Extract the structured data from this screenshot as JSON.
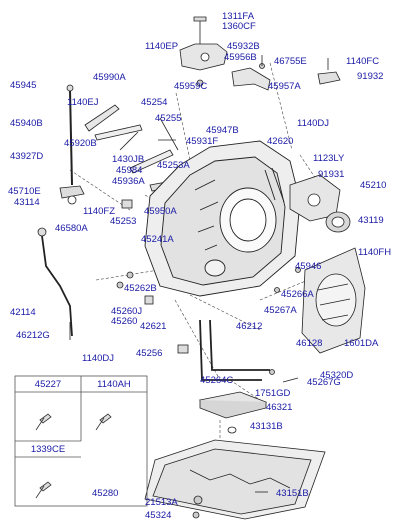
{
  "parts": [
    {
      "id": "p1311FA",
      "label": "1311FA"
    },
    {
      "id": "p1360CF",
      "label": "1360CF"
    },
    {
      "id": "p1140EP",
      "label": "1140EP"
    },
    {
      "id": "p45932B",
      "label": "45932B"
    },
    {
      "id": "p45956B",
      "label": "45956B"
    },
    {
      "id": "p46755E",
      "label": "46755E"
    },
    {
      "id": "p1140FC",
      "label": "1140FC"
    },
    {
      "id": "p91932",
      "label": "91932"
    },
    {
      "id": "p45990A",
      "label": "45990A"
    },
    {
      "id": "p45945",
      "label": "45945"
    },
    {
      "id": "p1140EJ",
      "label": "1140EJ"
    },
    {
      "id": "p45959C",
      "label": "45959C"
    },
    {
      "id": "p45957A",
      "label": "45957A"
    },
    {
      "id": "p45254",
      "label": "45254"
    },
    {
      "id": "p45940B",
      "label": "45940B"
    },
    {
      "id": "p45255",
      "label": "45255"
    },
    {
      "id": "p45947B",
      "label": "45947B"
    },
    {
      "id": "p1140DJ_a",
      "label": "1140DJ"
    },
    {
      "id": "p45920B",
      "label": "45920B"
    },
    {
      "id": "p45931F",
      "label": "45931F"
    },
    {
      "id": "p42620",
      "label": "42620"
    },
    {
      "id": "p43927D",
      "label": "43927D"
    },
    {
      "id": "p1430JB",
      "label": "1430JB"
    },
    {
      "id": "p45984",
      "label": "45984"
    },
    {
      "id": "p45253A",
      "label": "45253A"
    },
    {
      "id": "p1123LY",
      "label": "1123LY"
    },
    {
      "id": "p91931",
      "label": "91931"
    },
    {
      "id": "p45936A",
      "label": "45936A"
    },
    {
      "id": "p45210",
      "label": "45210"
    },
    {
      "id": "p45710E",
      "label": "45710E"
    },
    {
      "id": "p43114",
      "label": "43114"
    },
    {
      "id": "p1140FZ",
      "label": "1140FZ"
    },
    {
      "id": "p45950A",
      "label": "45950A"
    },
    {
      "id": "p43119",
      "label": "43119"
    },
    {
      "id": "p45253",
      "label": "45253"
    },
    {
      "id": "p46580A",
      "label": "46580A"
    },
    {
      "id": "p45241A",
      "label": "45241A"
    },
    {
      "id": "p1140FH",
      "label": "1140FH"
    },
    {
      "id": "p45946",
      "label": "45946"
    },
    {
      "id": "p45262B",
      "label": "45262B"
    },
    {
      "id": "p45266A",
      "label": "45266A"
    },
    {
      "id": "p42114",
      "label": "42114"
    },
    {
      "id": "p45260J",
      "label": "45260J"
    },
    {
      "id": "p45260",
      "label": "45260"
    },
    {
      "id": "p45267A",
      "label": "45267A"
    },
    {
      "id": "p46212G",
      "label": "46212G"
    },
    {
      "id": "p42621",
      "label": "42621"
    },
    {
      "id": "p46212",
      "label": "46212"
    },
    {
      "id": "p46128",
      "label": "46128"
    },
    {
      "id": "p1601DA",
      "label": "1601DA"
    },
    {
      "id": "p1140DJ_b",
      "label": "1140DJ"
    },
    {
      "id": "p45256",
      "label": "45256"
    },
    {
      "id": "p45320D",
      "label": "45320D"
    },
    {
      "id": "p45264C",
      "label": "45264C"
    },
    {
      "id": "p45267G",
      "label": "45267G"
    },
    {
      "id": "p1751GD",
      "label": "1751GD"
    },
    {
      "id": "p46321",
      "label": "46321"
    },
    {
      "id": "p43131B",
      "label": "43131B"
    },
    {
      "id": "p45280",
      "label": "45280"
    },
    {
      "id": "p43151B",
      "label": "43151B"
    },
    {
      "id": "p21513A",
      "label": "21513A"
    },
    {
      "id": "p45324",
      "label": "45324"
    }
  ],
  "table": {
    "headers": [
      "45227",
      "1140AH",
      "1339CE"
    ]
  }
}
